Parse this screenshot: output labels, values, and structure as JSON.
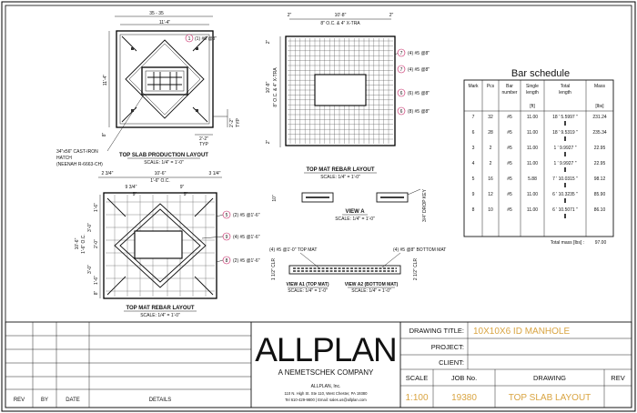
{
  "drawing1": {
    "title": "TOP SLAB PRODUCTION LAYOUT",
    "scale": "SCALE: 1/4\" = 1'-0\"",
    "dim_top_outer": "35 - 35",
    "dim_top_inner": "11'-4\"",
    "dim_left": "11'-4\"",
    "dim_8": "8\"",
    "dim_2_2": "2'-2\"",
    "dim_typ": "TYP",
    "dim_2_2_side": "2'-2\"",
    "dim_typ_side": "TYP",
    "mark_label": "(1) #6 @8\"",
    "hatch_label_1": "34\"x56\" CAST-IRON",
    "hatch_label_2": "HATCH",
    "hatch_label_3": "(NEENAH R-6663-CH)"
  },
  "drawing2": {
    "title": "TOP MAT REBAR LAYOUT",
    "scale": "SCALE: 1/4\" = 1'-0\"",
    "dim_top_l": "2\"",
    "dim_top_m": "10'-8\"",
    "dim_top_r": "2\"",
    "dim_spacing": "8\" O.C. & 4\" X-TRA",
    "dim_side_v1": "2\"",
    "dim_side_v2": "10'-8\"",
    "dim_side_v3": "8\" O.C. & 4\" X-TRA",
    "dim_side_v4": "2\"",
    "callouts": [
      {
        "num": "7",
        "text": "(4) #5 @8\""
      },
      {
        "num": "7",
        "text": "(4) #5 @8\""
      },
      {
        "num": "6",
        "text": "(6) #5 @8\""
      },
      {
        "num": "6",
        "text": "(8) #5 @8\""
      }
    ]
  },
  "drawing3": {
    "title": "TOP MAT REBAR LAYOUT",
    "scale": "SCALE: 1/4\" = 1'-0\"",
    "dim_a": "2 3/4\"",
    "dim_b": "10'-6\"",
    "dim_c": "3 1/4\"",
    "dim_d": "1'-6\" O.C.",
    "dim_e": "9 3/4\"",
    "dim_f": "9\"",
    "dim_g": "9\"",
    "dim_h": "9\"",
    "dim_left_1": "10'-6\"",
    "dim_left_2": "1'-6\" O.C.",
    "dim_left_3": "3'-0\"",
    "dim_left_4": "3'-0\"",
    "dim_left_5": "1'-6\"",
    "dim_left_6": "2'-0\"",
    "dim_left_7": "1'-6\"",
    "dim_left_8": "8\"",
    "callouts": [
      {
        "num": "5",
        "text": "(2) #5 @1'-6\""
      },
      {
        "num": "9",
        "text": "(4) #5 @1'-6\""
      },
      {
        "num": "8",
        "text": "(2) #5 @1'-6\""
      }
    ]
  },
  "view_a": {
    "title": "VIEW A",
    "scale": "SCALE: 1/4\" = 1'-0\"",
    "dim_10": "10\"",
    "drop_key": "3/4\" DROP KEY"
  },
  "view_a1": {
    "label_left": "(4) #5 @1'-0\" TOP MAT",
    "label_right": "(4) #5 @8\" BOTTOM MAT",
    "clr_left": "1 1/2\" CLR",
    "clr_right": "2 1/2\" CLR",
    "title1": "VIEW A1 (TOP MAT)",
    "scale1": "SCALE: 1/4\" = 1'-0\"",
    "title2": "VIEW A2 (BOTTOM MAT)",
    "scale2": "SCALE: 1/4\" = 1'-0\""
  },
  "bar_schedule": {
    "title": "Bar schedule",
    "headers": [
      "Mark",
      "Pcs",
      "Bar number",
      "Single length",
      "Total length",
      "Mass"
    ],
    "units": [
      "",
      "",
      "",
      "[ft]",
      "",
      "[lbs]"
    ],
    "rows": [
      [
        "7",
        "32",
        "#5",
        "11.00",
        "18 ' 5.5997 \"",
        "231.24"
      ],
      [
        "6",
        "28",
        "#5",
        "11.00",
        "18 ' 9.5319 \"",
        "235.34"
      ],
      [
        "3",
        "2",
        "#5",
        "11.00",
        "1 ' 9.9927 \"",
        "22.95"
      ],
      [
        "4",
        "2",
        "#5",
        "11.00",
        "1 ' 9.9927 \"",
        "22.95"
      ],
      [
        "5",
        "16",
        "#5",
        "5.88",
        "7 ' 10.0315 \"",
        "98.12"
      ],
      [
        "9",
        "12",
        "#5",
        "11.00",
        "6 ' 10.3235 \"",
        "85.90"
      ],
      [
        "8",
        "10",
        "#5",
        "11.00",
        "6 ' 10.5071 \"",
        "86.10"
      ]
    ],
    "total_label": "Total mass [lbs] :",
    "total_value": "97.00"
  },
  "title_block": {
    "company_logo": "ALLPLAN",
    "subtitle": "A NEMETSCHEK COMPANY",
    "address_1": "ALLPLAN, Inc.",
    "address_2": "110 N. High St. Ste 110, West Chester, PA 19380",
    "address_3": "Tel 610-429-9800 | Email: sales.us@allplan.com",
    "drawing_title_label": "DRAWING TITLE:",
    "drawing_title_value": "10X10X6 ID MANHOLE",
    "project_label": "PROJECT:",
    "client_label": "CLIENT:",
    "scale_label": "SCALE",
    "job_label": "JOB No.",
    "drawing_label": "DRAWING",
    "rev_label": "REV",
    "scale_value": "1:100",
    "job_value": "19380",
    "drawing_value": "TOP SLAB LAYOUT",
    "rev_col": "REV",
    "by_col": "BY",
    "date_col": "DATE",
    "details_col": "DETAILS"
  }
}
